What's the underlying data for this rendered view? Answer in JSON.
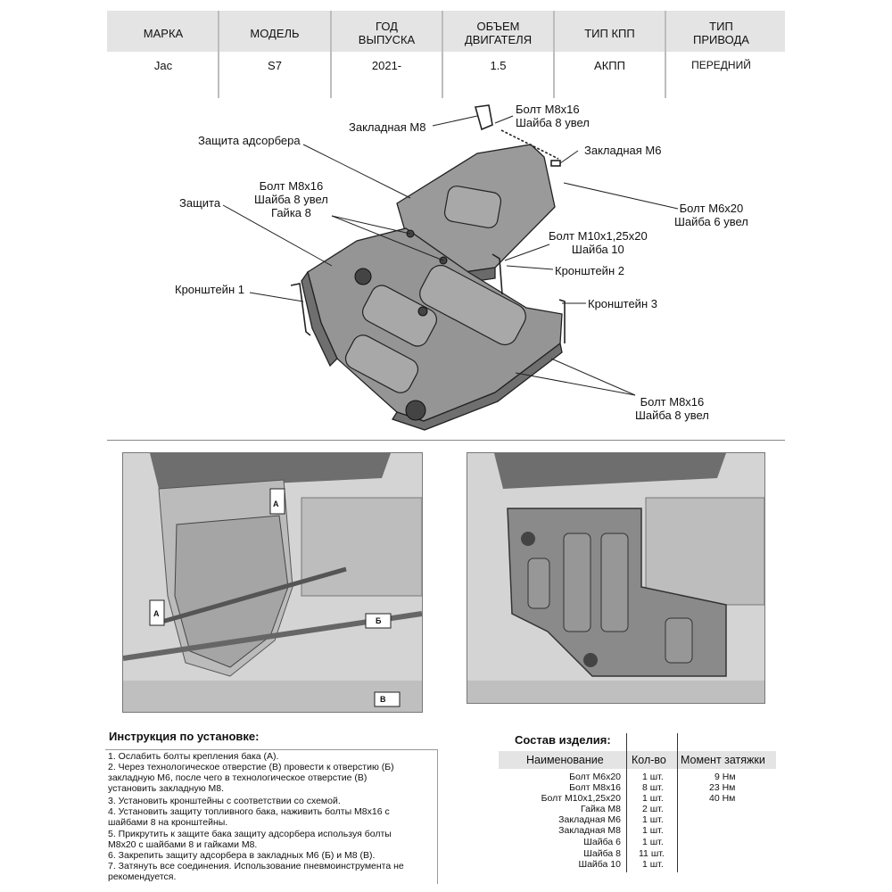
{
  "spec": {
    "headers": [
      "МАРКА",
      "МОДЕЛЬ",
      "ГОД\nВЫПУСКА",
      "ОБЪЕМ\nДВИГАТЕЛЯ",
      "ТИП КПП",
      "ТИП\nПРИВОДА"
    ],
    "values": [
      "Jac",
      "S7",
      "2021-",
      "1.5",
      "АКПП",
      "ПЕРЕДНИЙ"
    ]
  },
  "diagram": {
    "labels": {
      "zakladnaya_m8": "Закладная М8",
      "bolt_m8_top": "Болт М8х16\nШайба 8 увел",
      "zakladnaya_m6": "Закладная М6",
      "zashchita_adsorbera": "Защита адсорбера",
      "bolt_m6": "Болт М6х20\nШайба 6 увел",
      "bolt_m8_mid": "Болт М8х16\nШайба 8 увел\nГайка 8",
      "zashchita": "Защита",
      "bolt_m10": "Болт М10х1,25х20\nШайба 10",
      "kronshtein_2": "Кронштейн 2",
      "kronshtein_1": "Кронштейн 1",
      "kronshtein_3": "Кронштейн 3",
      "bolt_m8_bottom": "Болт М8х16\nШайба 8 увел"
    }
  },
  "photos": {
    "markers": [
      "А",
      "А",
      "Б",
      "В"
    ]
  },
  "instructions": {
    "title": "Инструкция по установке:",
    "lines": [
      "1. Ослабить болты крепления бака (А).",
      "2. Через технологическое отверстие (В) провести к отверстию (Б)",
      "закладную М6, после чего в технологическое отверстие (В)",
      "установить закладную М8.",
      "3. Установить кронштейны с соответствии со схемой.",
      "4. Установить защиту топливного бака, наживить болты М8х16 с",
      "шайбами 8 на кронштейны.",
      "5. Прикрутить к защите бака защиту адсорбера используя болты",
      "М8х20 с шайбами 8 и гайками М8.",
      "6. Закрепить защиту адсорбера в закладных М6 (Б) и М8 (В).",
      "7. Затянуть все соединения. Использование пневмоинструмента не",
      "рекомендуется."
    ]
  },
  "parts": {
    "title": "Состав изделия:",
    "headers": [
      "Наименование",
      "Кол-во",
      "Момент затяжки"
    ],
    "rows": [
      {
        "name": "Болт М6х20",
        "qty": "1 шт.",
        "torque": "9 Нм"
      },
      {
        "name": "Болт М8х16",
        "qty": "8 шт.",
        "torque": "23 Нм"
      },
      {
        "name": "Болт М10х1,25х20",
        "qty": "1 шт.",
        "torque": "40 Нм"
      },
      {
        "name": "Гайка М8",
        "qty": "2 шт.",
        "torque": ""
      },
      {
        "name": "Закладная М6",
        "qty": "1 шт.",
        "torque": ""
      },
      {
        "name": "Закладная М8",
        "qty": "1 шт.",
        "torque": ""
      },
      {
        "name": "Шайба 6",
        "qty": "1 шт.",
        "torque": ""
      },
      {
        "name": "Шайба 8",
        "qty": "11 шт.",
        "torque": ""
      },
      {
        "name": "Шайба 10",
        "qty": "1 шт.",
        "torque": ""
      }
    ]
  }
}
